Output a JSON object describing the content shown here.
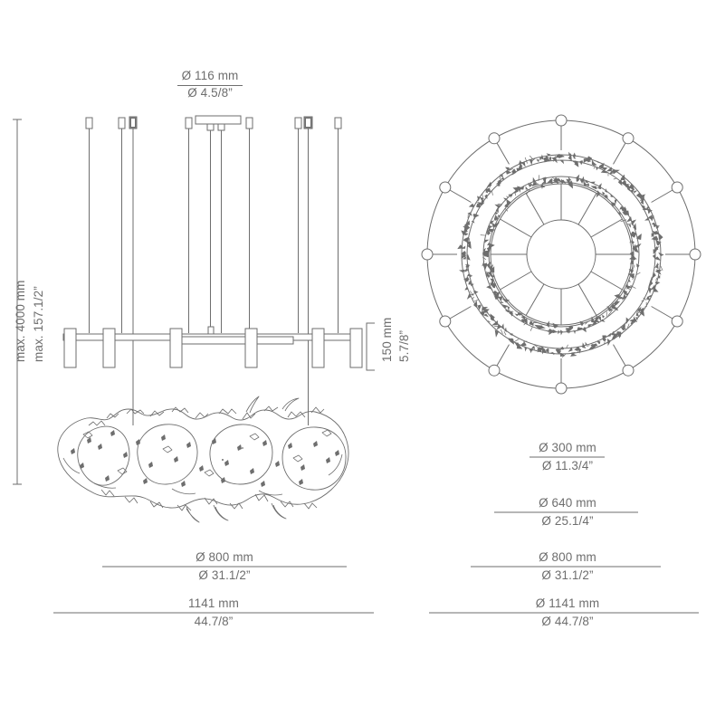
{
  "drawing": {
    "type": "technical-product-dimension-drawing",
    "subject": "suspended oval chandelier with organic crystal ring",
    "views": [
      {
        "name": "front-elevation",
        "position": "left"
      },
      {
        "name": "plan-top-view",
        "position": "right"
      }
    ],
    "stroke_color": "#6e6e6e",
    "background_color": "#ffffff"
  },
  "elevation": {
    "canopy_label": {
      "mm": "Ø 116 mm",
      "inch": "Ø 4.5/8”"
    },
    "drop_label": {
      "mm": "max. 4000 mm",
      "inch": "max. 157.1/2”"
    },
    "bar_height_label": {
      "mm": "150 mm",
      "inch": "5.7/8”"
    },
    "width_labels": [
      {
        "mm": "Ø 800 mm",
        "inch": "Ø 31.1/2”"
      },
      {
        "mm": "1141 mm",
        "inch": "44.7/8”"
      }
    ]
  },
  "plan": {
    "diameter_labels": [
      {
        "mm": "Ø 300 mm",
        "inch": "Ø 11.3/4”"
      },
      {
        "mm": "Ø 640 mm",
        "inch": "Ø 25.1/4”"
      },
      {
        "mm": "Ø 800 mm",
        "inch": "Ø 31.1/2”"
      },
      {
        "mm": "Ø 1141 mm",
        "inch": "Ø 44.7/8”"
      }
    ],
    "suspension_point_count": 12,
    "spoke_count": 12
  }
}
